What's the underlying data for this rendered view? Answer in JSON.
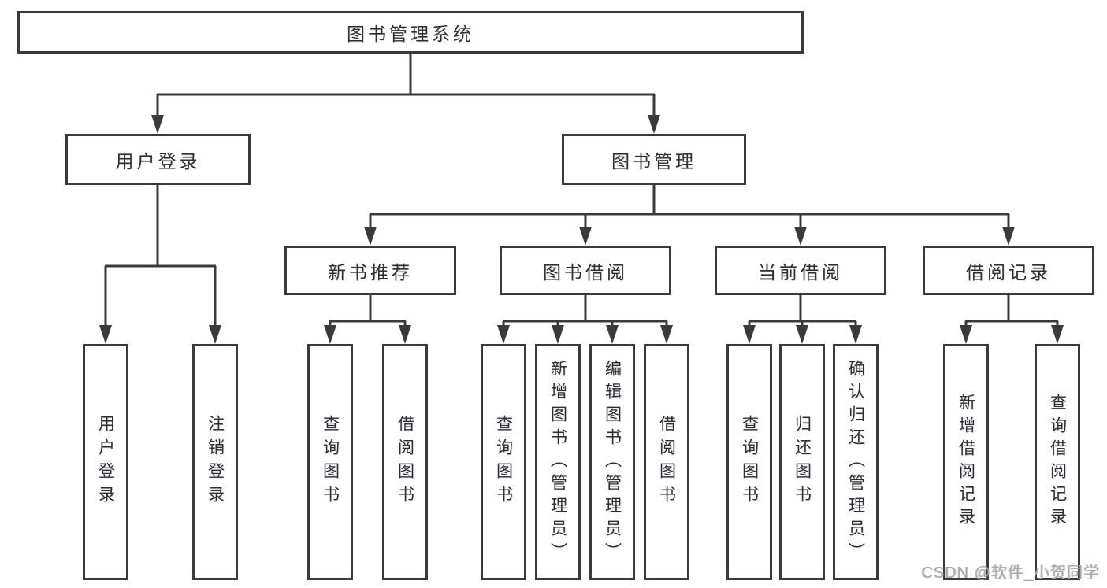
{
  "colors": {
    "line": "#3a3a3a",
    "box_border": "#3a3a3a",
    "text": "#2f2f2f",
    "watermark_gray": "#a8a8a8",
    "background": "#ffffff"
  },
  "diagram": {
    "root": "图书管理系统",
    "level2": [
      "用户登录",
      "图书管理"
    ],
    "level3": [
      "新书推荐",
      "图书借阅",
      "当前借阅",
      "借阅记录"
    ],
    "leaves": {
      "user_login": [
        "用户登录",
        "注销登录"
      ],
      "new_book_recommend": [
        "查询图书",
        "借阅图书"
      ],
      "book_borrow": [
        "查询图书",
        "新增图书（管理员）",
        "编辑图书（管理员）",
        "借阅图书"
      ],
      "current_borrow": [
        "查询图书",
        "归还图书",
        "确认归还（管理员）"
      ],
      "borrow_record": [
        "新增借阅记录",
        "查询借阅记录"
      ]
    }
  },
  "watermark": "CSDN @软件_小贺同学"
}
